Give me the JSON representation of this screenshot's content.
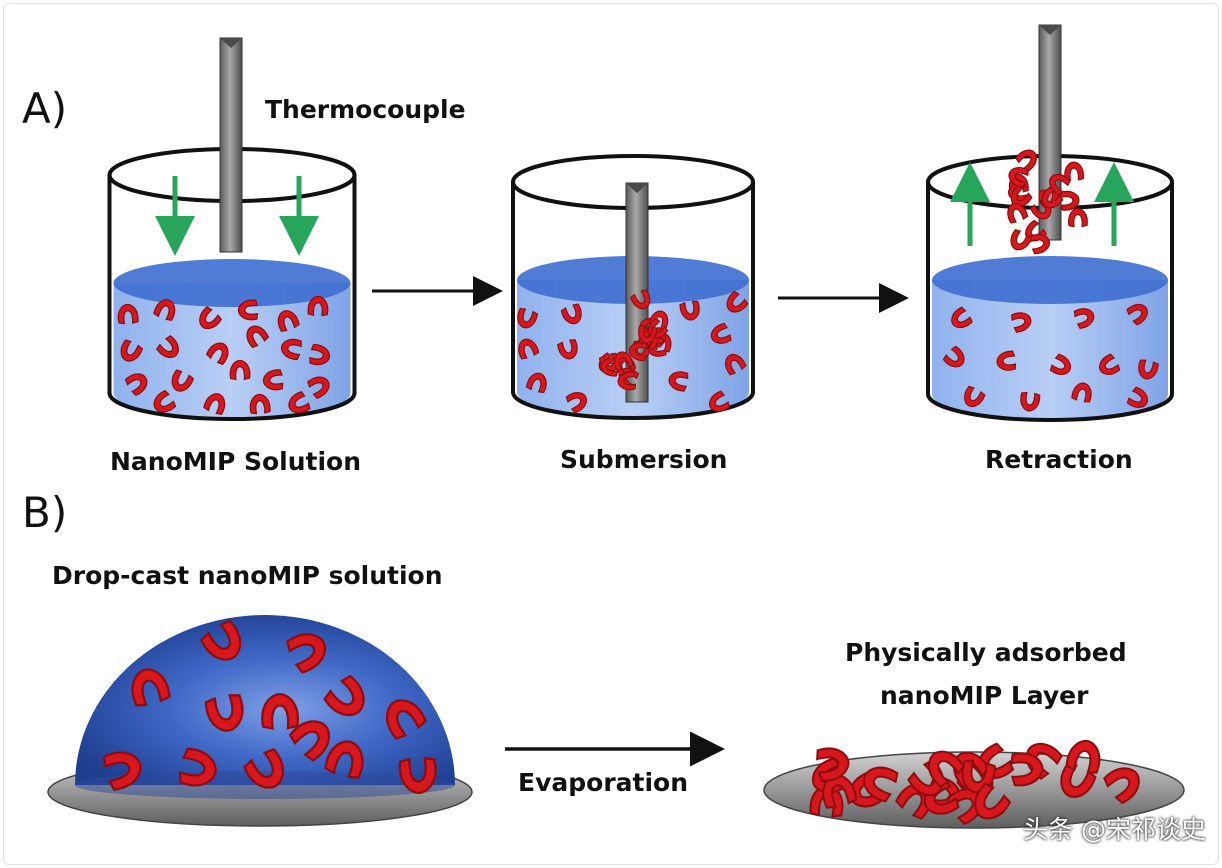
{
  "panels": {
    "a": "A)",
    "b": "B)"
  },
  "labels": {
    "thermocouple": "Thermocouple",
    "solution": "NanoMIP Solution",
    "submersion": "Submersion",
    "retraction": "Retraction",
    "drop_cast": "Drop-cast nanoMIP solution",
    "adsorbed_line1": "Physically adsorbed",
    "adsorbed_line2": "nanoMIP Layer",
    "evaporation": "Evaporation"
  },
  "watermark": "头条 @宋祁谈史",
  "colors": {
    "liquid": "#5a8ad8",
    "liquid_surface": "#3e6ed0",
    "nanomip": "#d8171d",
    "arrow_green": "#27a55a",
    "rod": "#7d7d7d",
    "dome": "#2c55b5",
    "plate": "#9a9a9a"
  }
}
